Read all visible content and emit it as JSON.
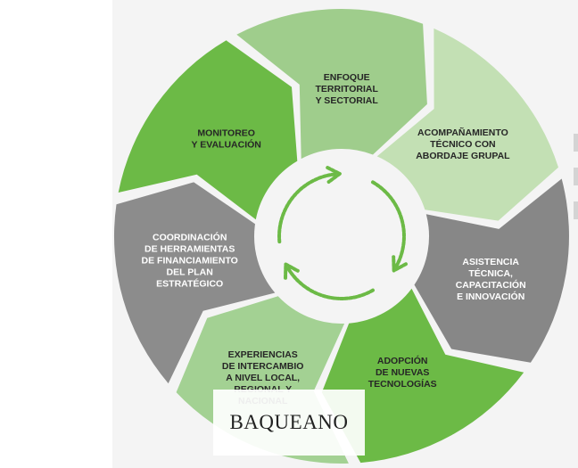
{
  "diagram": {
    "segments": [
      {
        "id": "enfoque",
        "lines": [
          "ENFOQUE",
          "TERRITORIAL",
          "Y SECTORIAL"
        ],
        "color": "#9fcd8c",
        "text_color": "#262626"
      },
      {
        "id": "acompanamiento",
        "lines": [
          "ACOMPAÑAMIENTO",
          "TÉCNICO CON",
          "ABORDAJE GRUPAL"
        ],
        "color": "#c3e0b4",
        "text_color": "#262626"
      },
      {
        "id": "asistencia",
        "lines": [
          "ASISTENCIA",
          "TÉCNICA,",
          "CAPACITACIÓN",
          "E INNOVACIÓN"
        ],
        "color": "#878787",
        "text_color": "#ffffff"
      },
      {
        "id": "adopcion",
        "lines": [
          "ADOPCIÓN",
          "DE NUEVAS",
          "TECNOLOGÍAS"
        ],
        "color": "#6cba46",
        "text_color": "#262626"
      },
      {
        "id": "experiencias",
        "lines": [
          "EXPERIENCIAS",
          "DE INTERCAMBIO",
          "A NIVEL LOCAL,",
          "REGIONAL Y",
          "NACIONAL"
        ],
        "color": "#a3d193",
        "text_color": "#262626"
      },
      {
        "id": "coordinacion",
        "lines": [
          "COORDINACIÓN",
          "DE HERRAMIENTAS",
          "DE FINANCIAMIENTO",
          "DEL PLAN",
          "ESTRATÉGICO"
        ],
        "color": "#8c8c8c",
        "text_color": "#ffffff"
      },
      {
        "id": "monitoreo",
        "lines": [
          "MONITOREO",
          "Y EVALUACIÓN"
        ],
        "color": "#6cba46",
        "text_color": "#262626"
      }
    ],
    "center_arrow_color": "#6cba46"
  },
  "watermark": {
    "text": "BAQUEANO"
  }
}
